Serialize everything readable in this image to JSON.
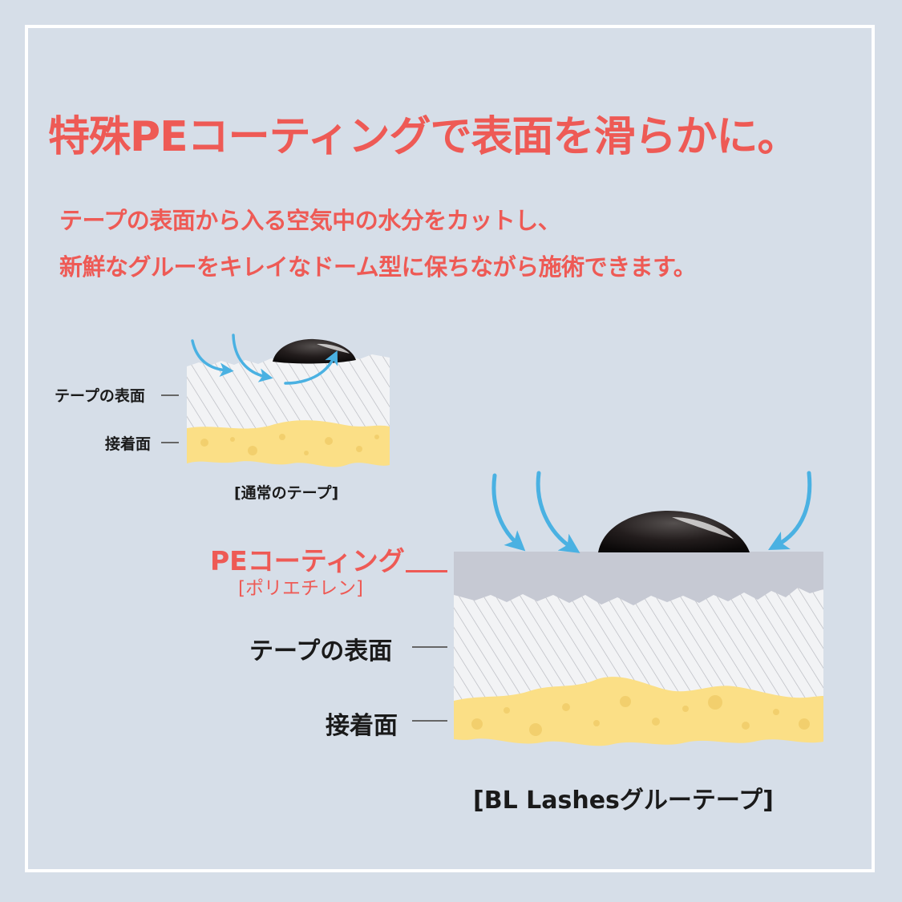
{
  "title": "特殊PEコーティングで表面を滑らかに。",
  "description": [
    "テープの表面から入る空気中の水分をカットし、",
    "新鮮なグルーをキレイなドーム型に保ちながら施術できます。"
  ],
  "normal_tape": {
    "surface_label": "テープの表面",
    "adhesive_label": "接着面",
    "caption": "[通常のテープ]"
  },
  "bl_tape": {
    "coating_label": "PEコーティング",
    "coating_sublabel": "[ポリエチレン]",
    "surface_label": "テープの表面",
    "adhesive_label": "接着面",
    "caption": "[BL Lashesグルーテープ]"
  },
  "colors": {
    "accent": "#ee5a55",
    "background": "#d6dee8",
    "arrow": "#4ab1e2",
    "adhesive": "#fbdf86",
    "coating": "#c6c9d3"
  }
}
